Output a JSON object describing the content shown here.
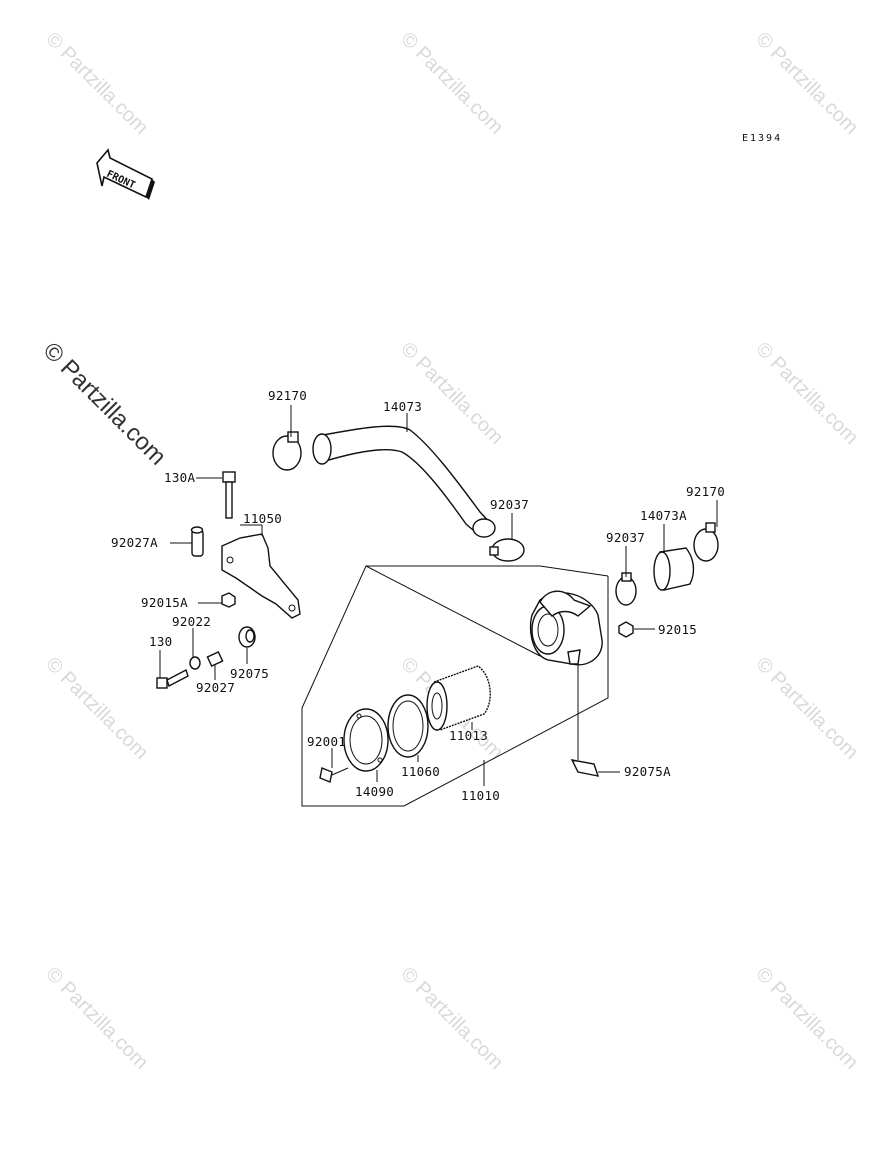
{
  "diagram_code": "E1394",
  "front_label": "FRONT",
  "watermark": "© Partzilla.com",
  "part_labels": {
    "hose_clamp_upper": "92170",
    "intake_duct": "14073",
    "bolt_long": "130A",
    "bracket": "11050",
    "collar_long": "92027A",
    "nut_small": "92015A",
    "washer": "92022",
    "bolt_short": "130",
    "grommet": "92075",
    "collar_short": "92027",
    "clamp_duct_end": "92037",
    "clamp_outlet_right": "92170",
    "duct_short": "14073A",
    "clamp_outlet": "92037",
    "nut_right": "92015",
    "filter_element": "11013",
    "gasket": "11060",
    "wing_screw": "92001",
    "cover": "14090",
    "air_cleaner_assy": "11010",
    "rubber_pad": "92075A"
  }
}
